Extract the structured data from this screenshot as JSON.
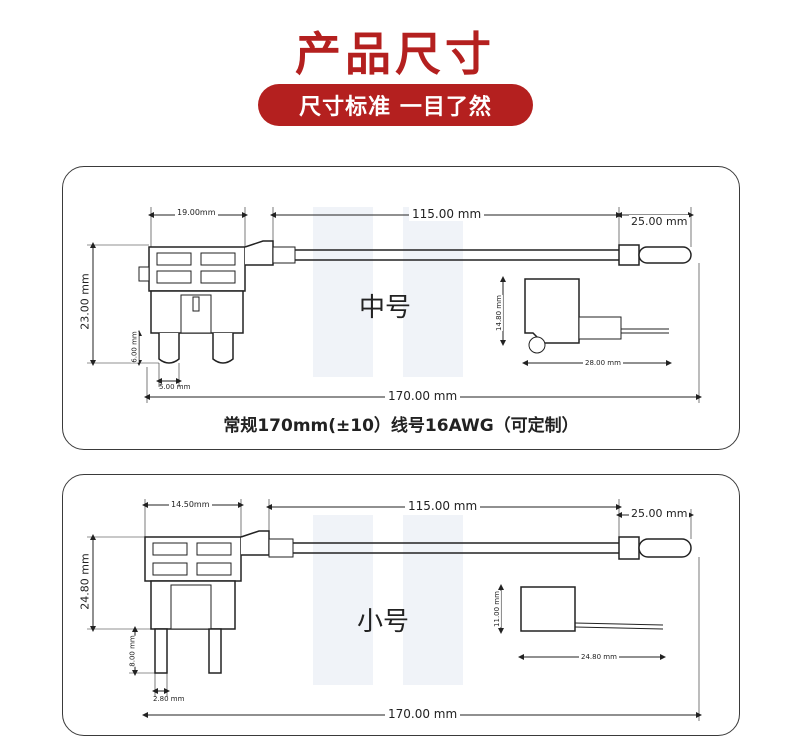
{
  "header": {
    "title": "产品尺寸",
    "subtitle": "尺寸标准 一目了然"
  },
  "medium": {
    "name": "中号",
    "dim_top_left": "19.00mm",
    "dim_cable": "115.00 mm",
    "dim_end": "25.00 mm",
    "dim_height": "23.00 mm",
    "dim_blade_h": "6.00 mm",
    "dim_blade_w": "5.00 mm",
    "dim_side_h": "14.80 mm",
    "dim_side_w": "28.00 mm",
    "dim_total": "170.00 mm",
    "spec": "常规170mm(±10）线号16AWG（可定制）"
  },
  "small": {
    "name": "小号",
    "dim_top_left": "14.50mm",
    "dim_cable": "115.00 mm",
    "dim_end": "25.00 mm",
    "dim_height": "24.80 mm",
    "dim_blade_h": "8.00 mm",
    "dim_blade_w": "2.80 mm",
    "dim_side_h": "11.00 mm",
    "dim_side_w": "24.80 mm",
    "dim_total": "170.00 mm"
  },
  "colors": {
    "accent": "#b4201f",
    "line": "#222222"
  }
}
